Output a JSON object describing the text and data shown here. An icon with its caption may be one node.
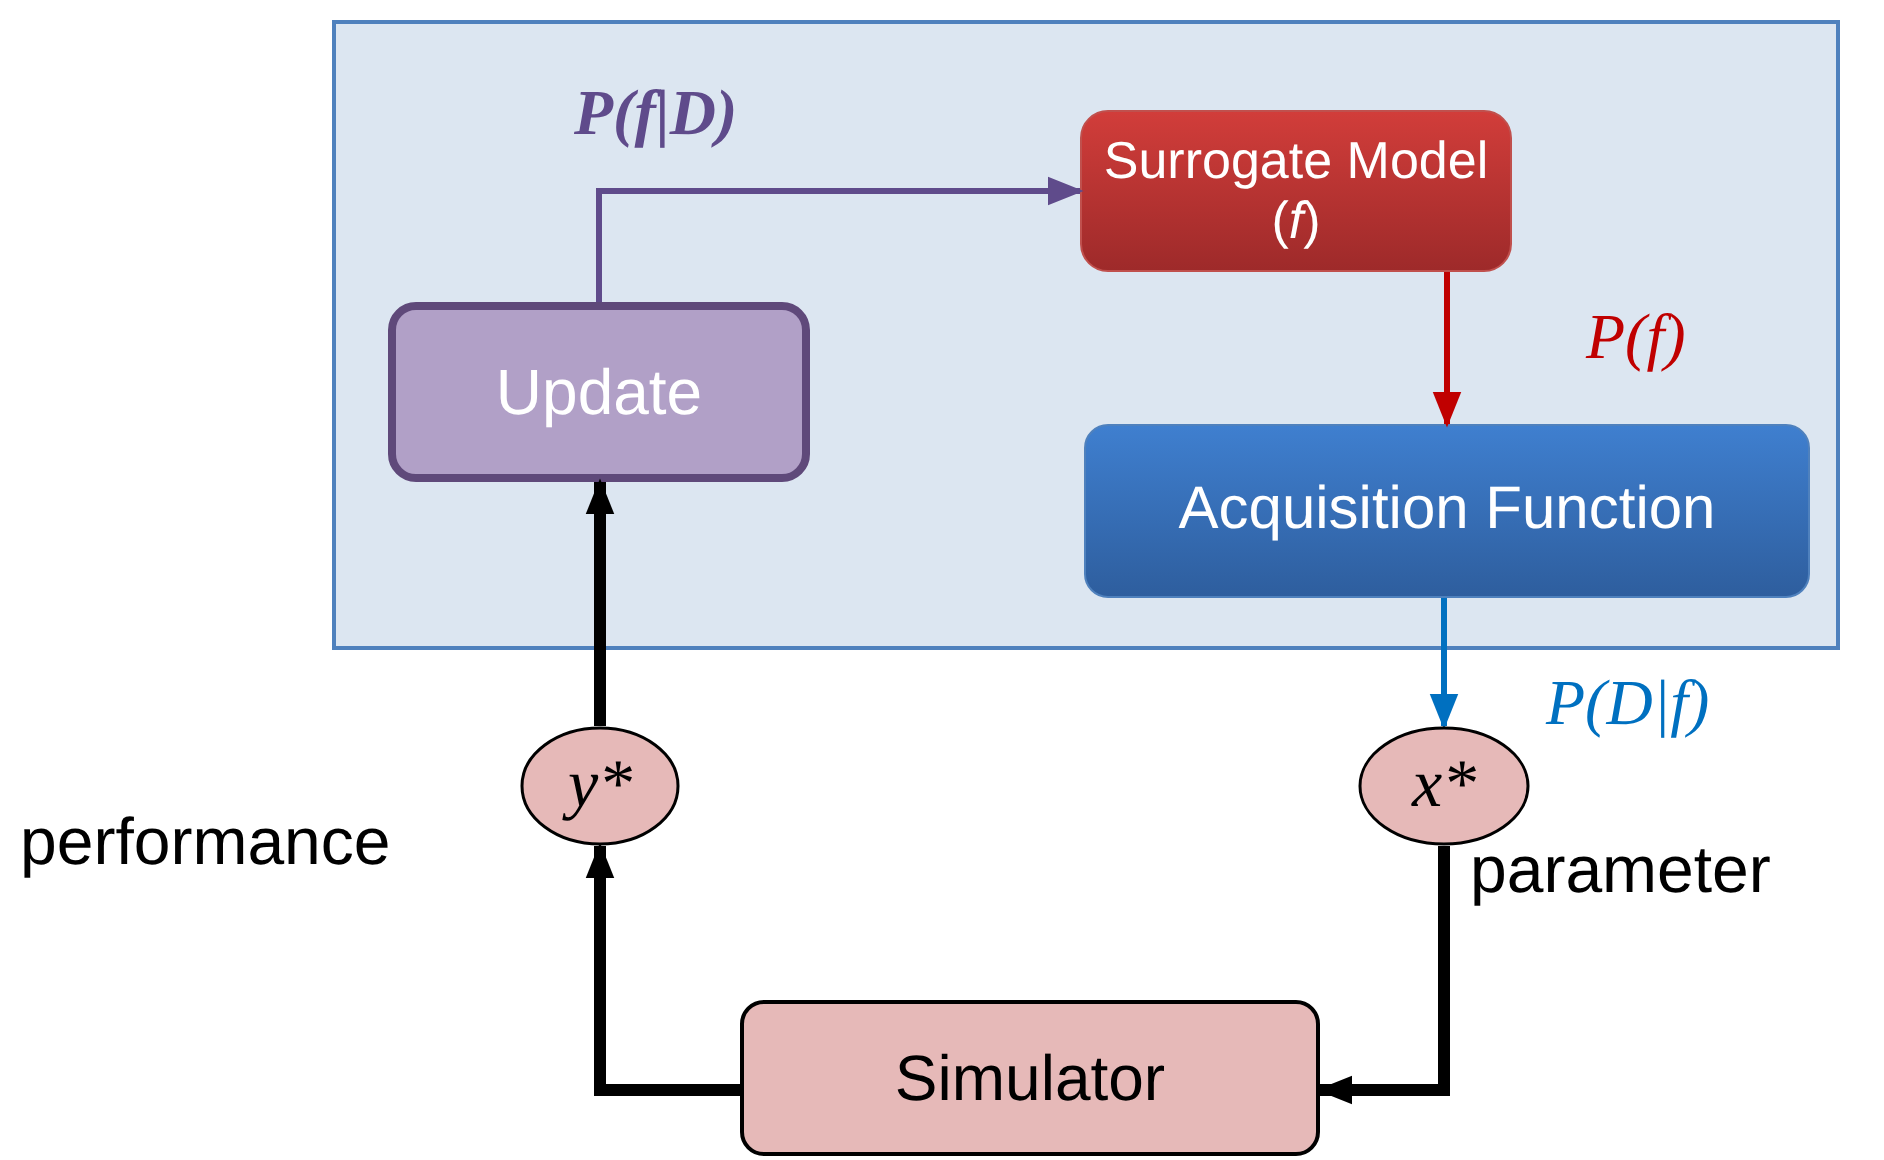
{
  "diagram": {
    "nodes": [
      {
        "text": [],
        "shape": "box"
      },
      {
        "text": [
          "Surrogate Model (*f*)"
        ],
        "in": 0
      },
      {
        "text": [
          "Update"
        ],
        "in": 0
      },
      {
        "text": [
          "Acquisition Function"
        ],
        "in": 0
      },
      {
        "text": [
          "y*"
        ],
        "beside": [
          "performance"
        ]
      },
      {
        "text": [
          "x*"
        ],
        "beside": [
          "parameter"
        ]
      },
      {
        "text": [
          "Simulator"
        ]
      }
    ],
    "edges": [
      {
        "from": 2,
        "to": 1,
        "arrow": "to",
        "label": "P(f|D)",
        "color": "#5f4b8b"
      },
      {
        "from": 1,
        "to": 3,
        "arrow": "to",
        "label": "P(f)",
        "color": "#c00000"
      },
      {
        "from": 3,
        "to": 5,
        "arrow": "to",
        "label": "P(D|f)",
        "color": "#0070c0"
      },
      {
        "from": 4,
        "to": 2,
        "arrow": "to",
        "style": "thick"
      },
      {
        "from": 6,
        "to": 4,
        "arrow": "to",
        "style": "thick"
      },
      {
        "from": 5,
        "to": 6,
        "arrow": "to",
        "style": "thick"
      }
    ]
  }
}
